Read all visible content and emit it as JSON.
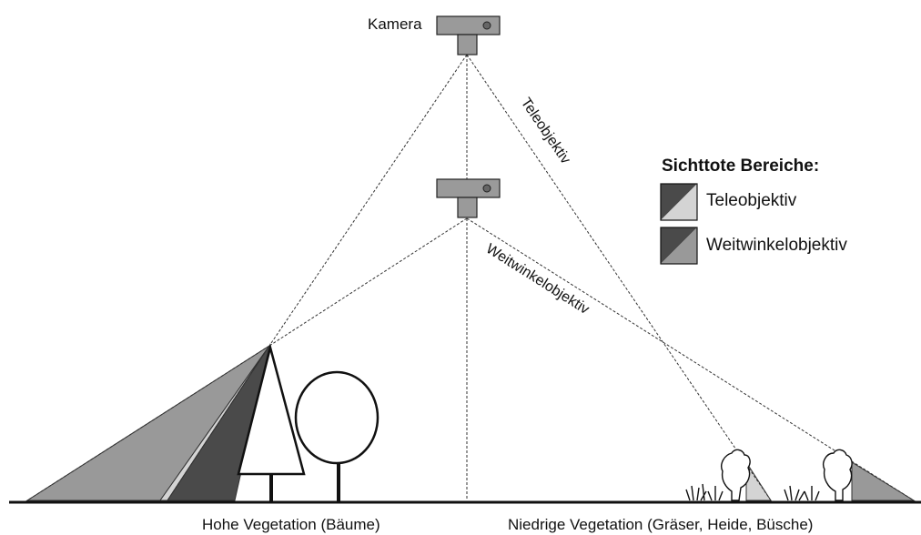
{
  "camera_label": "Kamera",
  "ray_labels": {
    "tele": "Teleobjektiv",
    "wide": "Weitwinkelobjektiv"
  },
  "legend": {
    "title": "Sichttote Bereiche:",
    "items": [
      {
        "label": "Teleobjektiv",
        "dark": "#4a4a4a",
        "light": "#d4d4d4"
      },
      {
        "label": "Weitwinkelobjektiv",
        "dark": "#4a4a4a",
        "light": "#999999"
      }
    ]
  },
  "ground_labels": {
    "left": "Hohe Vegetation (Bäume)",
    "right": "Niedrige Vegetation (Gräser, Heide, Büsche)"
  },
  "colors": {
    "camera_body": "#9a9a9a",
    "dead_dark": "#4a4a4a",
    "dead_tele": "#d4d4d4",
    "dead_wide": "#999999",
    "ground": "#111111",
    "rays": "#333333"
  }
}
